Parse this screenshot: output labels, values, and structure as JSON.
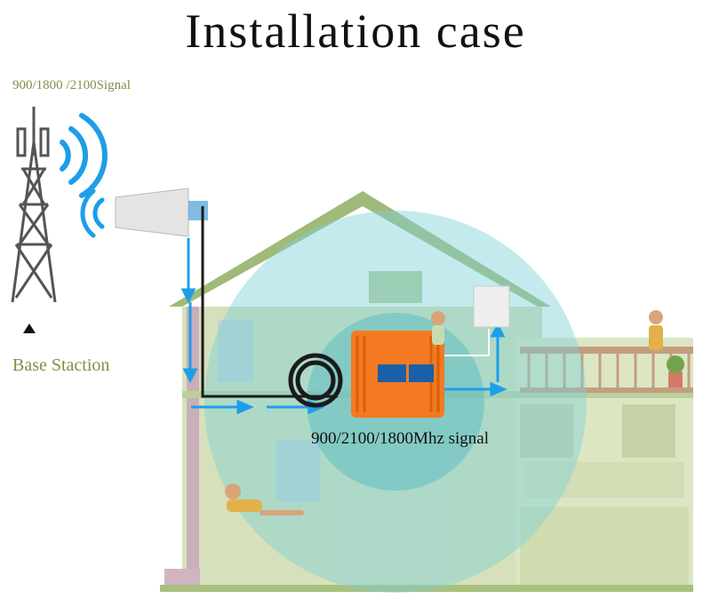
{
  "title": "Installation case",
  "signal_label": "900/1800 /2100Signal",
  "base_label": "Base Staction",
  "band_label": "900/2100/1800Mhz signal",
  "colors": {
    "house": "#b9cf94",
    "house_dark": "#8fae62",
    "coverage": "#7ed0d8",
    "arrow": "#1e9ee8",
    "booster": "#f37a20",
    "tower": "#555555"
  }
}
